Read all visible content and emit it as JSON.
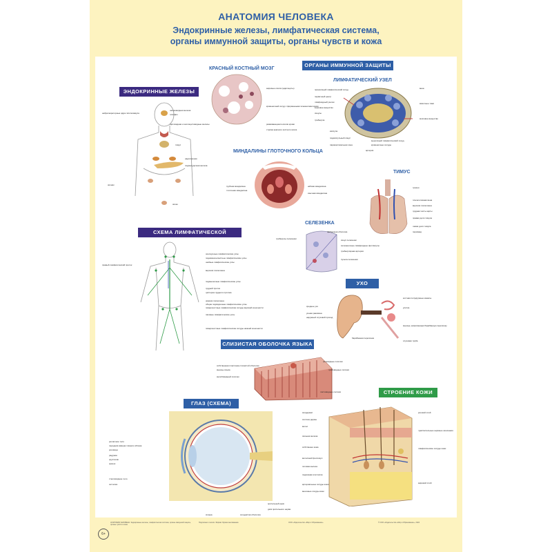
{
  "title": {
    "line1": "АНАТОМИЯ ЧЕЛОВЕКА",
    "line2": "Эндокринные железы, лимфатическая система,",
    "line3": "органы иммунной защиты, органы чувств и кожа"
  },
  "sections": {
    "endocrine": "ЭНДОКРИННЫЕ ЖЕЛЕЗЫ",
    "lymph_scheme": "СХЕМА ЛИМФАТИЧЕСКОЙ СИСТЕМЫ",
    "immune": "ОРГАНЫ ИММУННОЙ ЗАЩИТЫ",
    "tongue": "СЛИЗИСТАЯ ОБОЛОЧКА ЯЗЫКА",
    "eye": "ГЛАЗ (СХЕМА)",
    "ear": "УХО",
    "skin": "СТРОЕНИЕ КОЖИ"
  },
  "sublabels": {
    "bone_marrow": "КРАСНЫЙ КОСТНЫЙ МОЗГ",
    "lymph_node": "ЛИМФАТИЧЕСКИЙ УЗЕЛ",
    "tonsils": "МИНДАЛИНЫ ГЛОТОЧНОГО КОЛЬЦА",
    "thymus": "ТИМУС",
    "spleen": "СЕЛЕЗЕНКА"
  },
  "annotations": {
    "endocrine": [
      "нейросекреторные ядра гипоталамуса",
      "шишковидная железа",
      "гипофиз",
      "щитовидная и околощитовидные железы",
      "тимус",
      "надпочечник",
      "поджелудочная железа",
      "яичник",
      "яичко"
    ],
    "lymph": [
      "околоушные лимфатические узлы",
      "поднижнечелюстные лимфатические узлы",
      "шейные лимфатические узлы",
      "правый лимфатический проток",
      "верхняя полая вена",
      "подмышечные лимфатические узлы",
      "грудной проток",
      "цистерна грудного протока",
      "нижняя полая вена",
      "общие подвздошные лимфатические узлы",
      "поверхностные лимфатические сосуды верхней конечности",
      "паховые лимфатические узлы",
      "поверхностные лимфатические сосуды нижней конечности"
    ],
    "marrow": [
      "жировые клетки (адипоциты)",
      "кровеносный сосуд с форменными элементами крови",
      "развивающиеся клетки крови",
      "строма красного костного мозга"
    ],
    "node": [
      "приносящий лимфатический сосуд",
      "первичный центр",
      "лимфоидный узелок",
      "корковое вещество",
      "синусы",
      "трабекула",
      "капсула",
      "подкапсульный синус",
      "паракортикальная зона",
      "артерия",
      "вена",
      "мякотные тяжи",
      "выносящий лимфатический сосуд",
      "кровеносные сосуды",
      "мозговое вещество"
    ],
    "tonsils": [
      "трубная миндалина",
      "глоточная миндалина",
      "нёбная миндалина",
      "язычная миндалина"
    ],
    "thymus": [
      "трахея",
      "плечеголовная вена",
      "верхняя полая вена",
      "грудная часть аорты",
      "правая доля тимуса",
      "левая доля тимуса",
      "перикард"
    ],
    "spleen": [
      "фиброзная оболочка",
      "трабекулы селезенки",
      "синус селезенки",
      "селезеночные лимфоидные фолликулы",
      "трабекулярная артерия",
      "пульпа селезенки"
    ],
    "tongue": [
      "нитевидные сосочки",
      "грибовидные сосочки",
      "желобовидный сосочек",
      "листовидные сосочки",
      "собственная пластинка слизистой оболочки",
      "мышцы языка"
    ],
    "ear": [
      "костная полукружные каналы",
      "улитка",
      "среднее ухо",
      "ушная раковина",
      "наружный слуховой проход",
      "барабанная перепонка",
      "слуховая труба",
      "мышца, напрягающая барабанную перепонку"
    ],
    "eye": [
      "ресничное тело",
      "радужка",
      "хрусталик",
      "передняя камера глазного яблока",
      "роговица",
      "зрачок",
      "стекловидное тело",
      "сетчатка",
      "зрительный нерв",
      "склера",
      "сосудистая оболочка",
      "диск зрительного нерва"
    ],
    "skin": [
      "эпидермис",
      "сосочек дермы",
      "волос",
      "сальная железа",
      "собственно кожа",
      "волосяной фолликул",
      "потовая железа",
      "подкожная клетчатка",
      "артериальные сосуды кожи",
      "венозные сосуды кожи",
      "роговой слой",
      "чувствительные нервные окончания",
      "лимфатические сосуды кожи",
      "жировой слой"
    ]
  },
  "footer": {
    "col1": "АНАТОМИЯ ЧЕЛОВЕКА. Эндокринные железы, лимфатическая система, органы иммунной защиты, органы чувств и кожа",
    "col2": "Подписано к печати. Формат. Бумага мелованная.",
    "col3": "ООО «Издательство «Мир и Образование»",
    "col4": "© ООО «Издательство «Мир и Образование», 2024",
    "badge": "6+"
  },
  "colors": {
    "title": "#2e5fa6",
    "banner_purple": "#3b2a80",
    "banner_blue": "#2e5fa6",
    "banner_green": "#2f9b48",
    "poster_bg": "#fdf3c0"
  }
}
